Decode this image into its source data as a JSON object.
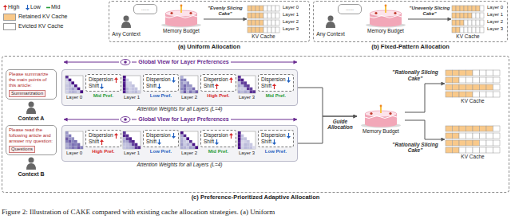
{
  "diagram": {
    "caption": "Figure 2: Illustration of CAKE compared with existing cache allocation strategies. (a) Uniform",
    "nodes": [
      {
        "text": [
          "(a) Uniform Allocation"
        ]
      },
      {
        "text": [
          "......"
        ],
        "in": 0
      },
      {
        "text": [
          "Memory Budget"
        ],
        "in": 0
      },
      {
        "text": [
          "KV Cache"
        ],
        "in": 0
      },
      {
        "text": [
          "(b) Fixed-Pattern Allocation"
        ]
      },
      {
        "text": [
          "......"
        ],
        "in": 4
      },
      {
        "text": [
          "Memory Budget"
        ],
        "in": 4
      },
      {
        "text": [
          "KV Cache"
        ],
        "in": 4
      },
      {
        "text": [
          "(c) Preference-Prioritized Adaptive Allocation"
        ]
      },
      {
        "text": [
          "Please summarize the main points of this article:",
          "Summarization"
        ],
        "in": 8
      },
      {
        "text": [
          "Attention Weights for all Layers (L=4)"
        ],
        "in": 8
      },
      {
        "text": [
          "Dispersion",
          "Shift"
        ],
        "in": 10
      },
      {
        "text": [
          "Dispersion",
          "Shift"
        ],
        "in": 10
      },
      {
        "text": [
          "Dispersion",
          "Shift"
        ],
        "in": 10
      },
      {
        "text": [
          "Dispersion",
          "Shift"
        ],
        "in": 10
      },
      {
        "text": [
          "Please read the following article and answer my question:",
          "Questions"
        ],
        "in": 8
      },
      {
        "text": [
          "Attention Weights for all Layers (L=4)"
        ],
        "in": 8
      },
      {
        "text": [
          "Dispersion",
          "Shift"
        ],
        "in": 16
      },
      {
        "text": [
          "Dispersion",
          "Shift"
        ],
        "in": 16
      },
      {
        "text": [
          "Dispersion",
          "Shift"
        ],
        "in": 16
      },
      {
        "text": [
          "Dispersion",
          "Shift"
        ],
        "in": 16
      },
      {
        "text": [
          "Memory Budget"
        ],
        "in": 8
      },
      {
        "text": [
          "KV Cache"
        ],
        "in": 8
      },
      {
        "text": [
          "KV Cache"
        ],
        "in": 8
      }
    ],
    "edges": [
      {
        "from": 2,
        "to": 3,
        "arrow": "to",
        "label": "\"Evenly Slicing Cake\""
      },
      {
        "from": 6,
        "to": 7,
        "arrow": "to",
        "label": "\"Unevenly Slicing Cake\""
      },
      {
        "from": 10,
        "to": 21,
        "arrow": "to",
        "label": "Guide Allocation"
      },
      {
        "from": 16,
        "to": 21,
        "arrow": "to"
      },
      {
        "from": 21,
        "to": 22,
        "arrow": "to",
        "label": "\"Rationally Slicing Cake\""
      },
      {
        "from": 21,
        "to": 23,
        "arrow": "to",
        "label": "\"Rationally Slicing Cake\""
      }
    ],
    "labels": [
      "Any Context",
      "Layer 0",
      "Layer 1",
      "Layer 2",
      "Layer 3",
      "Any Context",
      "Layer 0",
      "Layer 1",
      "Layer 2",
      "Layer 3",
      "Global View for Layer Preferences",
      "Context A",
      "Layer 0",
      "Layer 1",
      "Layer 2",
      "Layer 3",
      "Mid Pref.",
      "Low Pref.",
      "High Pref.",
      "Mid Pref.",
      "Global View for Layer Preferences",
      "Context B",
      "Layer 0",
      "Layer 1",
      "Layer 2",
      "Layer 3",
      "High Pref.",
      "Low Pref.",
      "Mid Pref.",
      "Low Pref."
    ],
    "legend": [
      {
        "text": "High"
      },
      {
        "text": "Low"
      },
      {
        "text": "Mid"
      },
      {
        "text": "Retained KV Cache",
        "color": "#f9c98a"
      },
      {
        "text": "Evicted KV Cache",
        "color": "#ffffff"
      }
    ]
  }
}
